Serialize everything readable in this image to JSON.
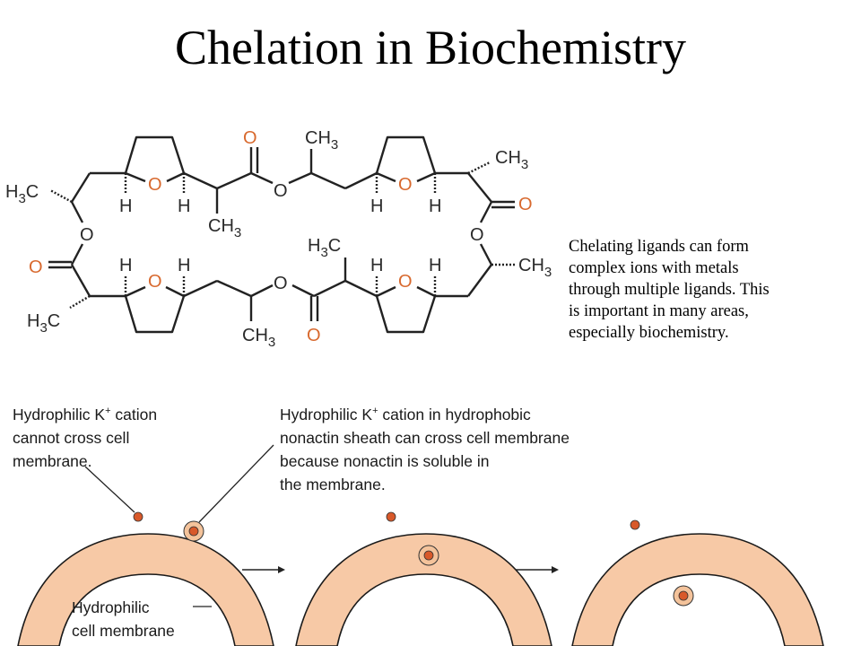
{
  "title": "Chelation in Biochemistry",
  "description": {
    "lines": [
      "Chelating ligands can form",
      "complex ions with metals",
      "through multiple ligands.   This",
      "is important in many areas,",
      "especially biochemistry."
    ]
  },
  "molecule": {
    "atoms": {
      "o": "O",
      "h": "H",
      "ch3": "CH",
      "h3c": "H",
      "sub3": "3",
      "c": "C"
    }
  },
  "captions": {
    "left": {
      "line1_prefix": "Hydrophilic K",
      "superscript": "+",
      "line1_suffix": " cation",
      "line2": "cannot cross cell",
      "line3": "membrane."
    },
    "right": {
      "line1_prefix": "Hydrophilic K",
      "superscript": "+",
      "line1_suffix": " cation in hydrophobic",
      "line2": "nonactin sheath can cross cell membrane",
      "line3": "because nonactin is soluble in",
      "line4": "the membrane."
    },
    "membrane_label_line1": "Hydrophilic",
    "membrane_label_line2": "cell membrane"
  },
  "colors": {
    "oxygen": "#d8692e",
    "membrane_fill": "#f7c9a6",
    "membrane_stroke": "#1a1a1a",
    "cation": "#d8592a",
    "sheath": "#f4c39b"
  }
}
